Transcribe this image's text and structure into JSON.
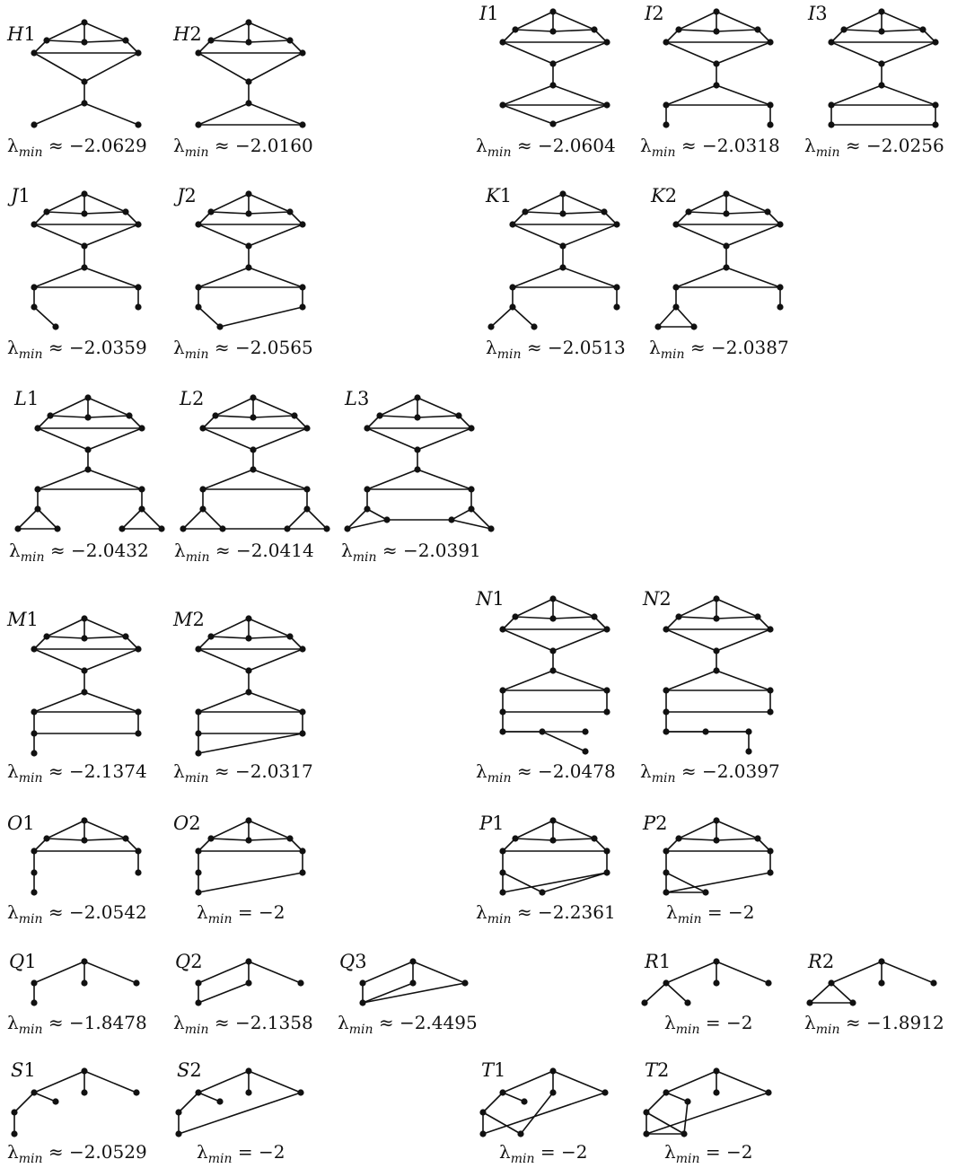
{
  "symbols": {
    "lambda": "λ",
    "min": "min",
    "approx": "≈",
    "eq": "="
  },
  "graphs": [
    {
      "id": "H1",
      "value": "−2.0629",
      "rel": "approx"
    },
    {
      "id": "H2",
      "value": "−2.0160",
      "rel": "approx"
    },
    {
      "id": "I1",
      "value": "−2.0604",
      "rel": "approx"
    },
    {
      "id": "I2",
      "value": "−2.0318",
      "rel": "approx"
    },
    {
      "id": "I3",
      "value": "−2.0256",
      "rel": "approx"
    },
    {
      "id": "J1",
      "value": "−2.0359",
      "rel": "approx"
    },
    {
      "id": "J2",
      "value": "−2.0565",
      "rel": "approx"
    },
    {
      "id": "K1",
      "value": "−2.0513",
      "rel": "approx"
    },
    {
      "id": "K2",
      "value": "−2.0387",
      "rel": "approx"
    },
    {
      "id": "L1",
      "value": "−2.0432",
      "rel": "approx"
    },
    {
      "id": "L2",
      "value": "−2.0414",
      "rel": "approx"
    },
    {
      "id": "L3",
      "value": "−2.0391",
      "rel": "approx"
    },
    {
      "id": "M1",
      "value": "−2.1374",
      "rel": "approx"
    },
    {
      "id": "M2",
      "value": "−2.0317",
      "rel": "approx"
    },
    {
      "id": "N1",
      "value": "−2.0478",
      "rel": "approx"
    },
    {
      "id": "N2",
      "value": "−2.0397",
      "rel": "approx"
    },
    {
      "id": "O1",
      "value": "−2.0542",
      "rel": "approx"
    },
    {
      "id": "O2",
      "value": "−2",
      "rel": "eq"
    },
    {
      "id": "P1",
      "value": "−2.2361",
      "rel": "approx"
    },
    {
      "id": "P2",
      "value": "−2",
      "rel": "eq"
    },
    {
      "id": "Q1",
      "value": "−1.8478",
      "rel": "approx"
    },
    {
      "id": "Q2",
      "value": "−2.1358",
      "rel": "approx"
    },
    {
      "id": "Q3",
      "value": "−2.4495",
      "rel": "approx"
    },
    {
      "id": "R1",
      "value": "−2",
      "rel": "eq"
    },
    {
      "id": "R2",
      "value": "−1.8912",
      "rel": "approx"
    },
    {
      "id": "S1",
      "value": "−2.0529",
      "rel": "approx"
    },
    {
      "id": "S2",
      "value": "−2",
      "rel": "eq"
    },
    {
      "id": "T1",
      "value": "−2",
      "rel": "eq"
    },
    {
      "id": "T2",
      "value": "−2",
      "rel": "eq"
    }
  ]
}
